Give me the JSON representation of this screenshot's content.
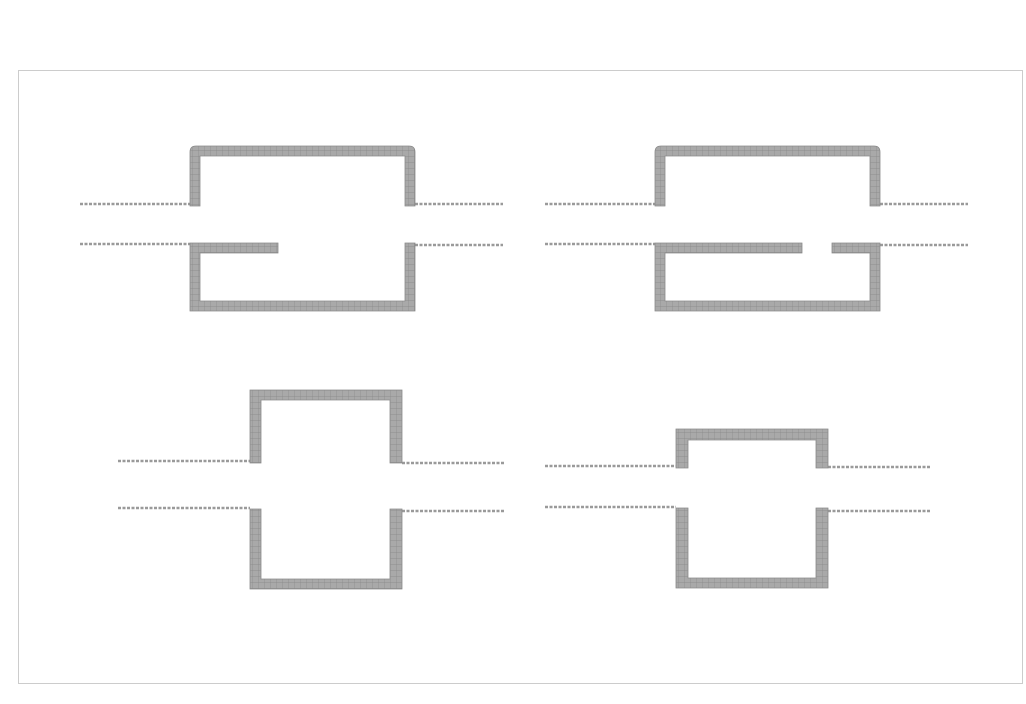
{
  "diagram": {
    "panels": [
      {
        "id": "top-left",
        "description_shape": "expansion-chamber-with-inlet-baffle"
      },
      {
        "id": "top-right",
        "description_shape": "expansion-chamber-with-split-baffle"
      },
      {
        "id": "bottom-left",
        "description_shape": "simple-expansion-chamber"
      },
      {
        "id": "bottom-right",
        "description_shape": "asymmetric-expansion-chamber"
      }
    ],
    "colors": {
      "mesh_fill": "#a9a9a9",
      "mesh_lines": "#8a8a8a",
      "frame": "#cccccc",
      "background": "#ffffff"
    }
  }
}
